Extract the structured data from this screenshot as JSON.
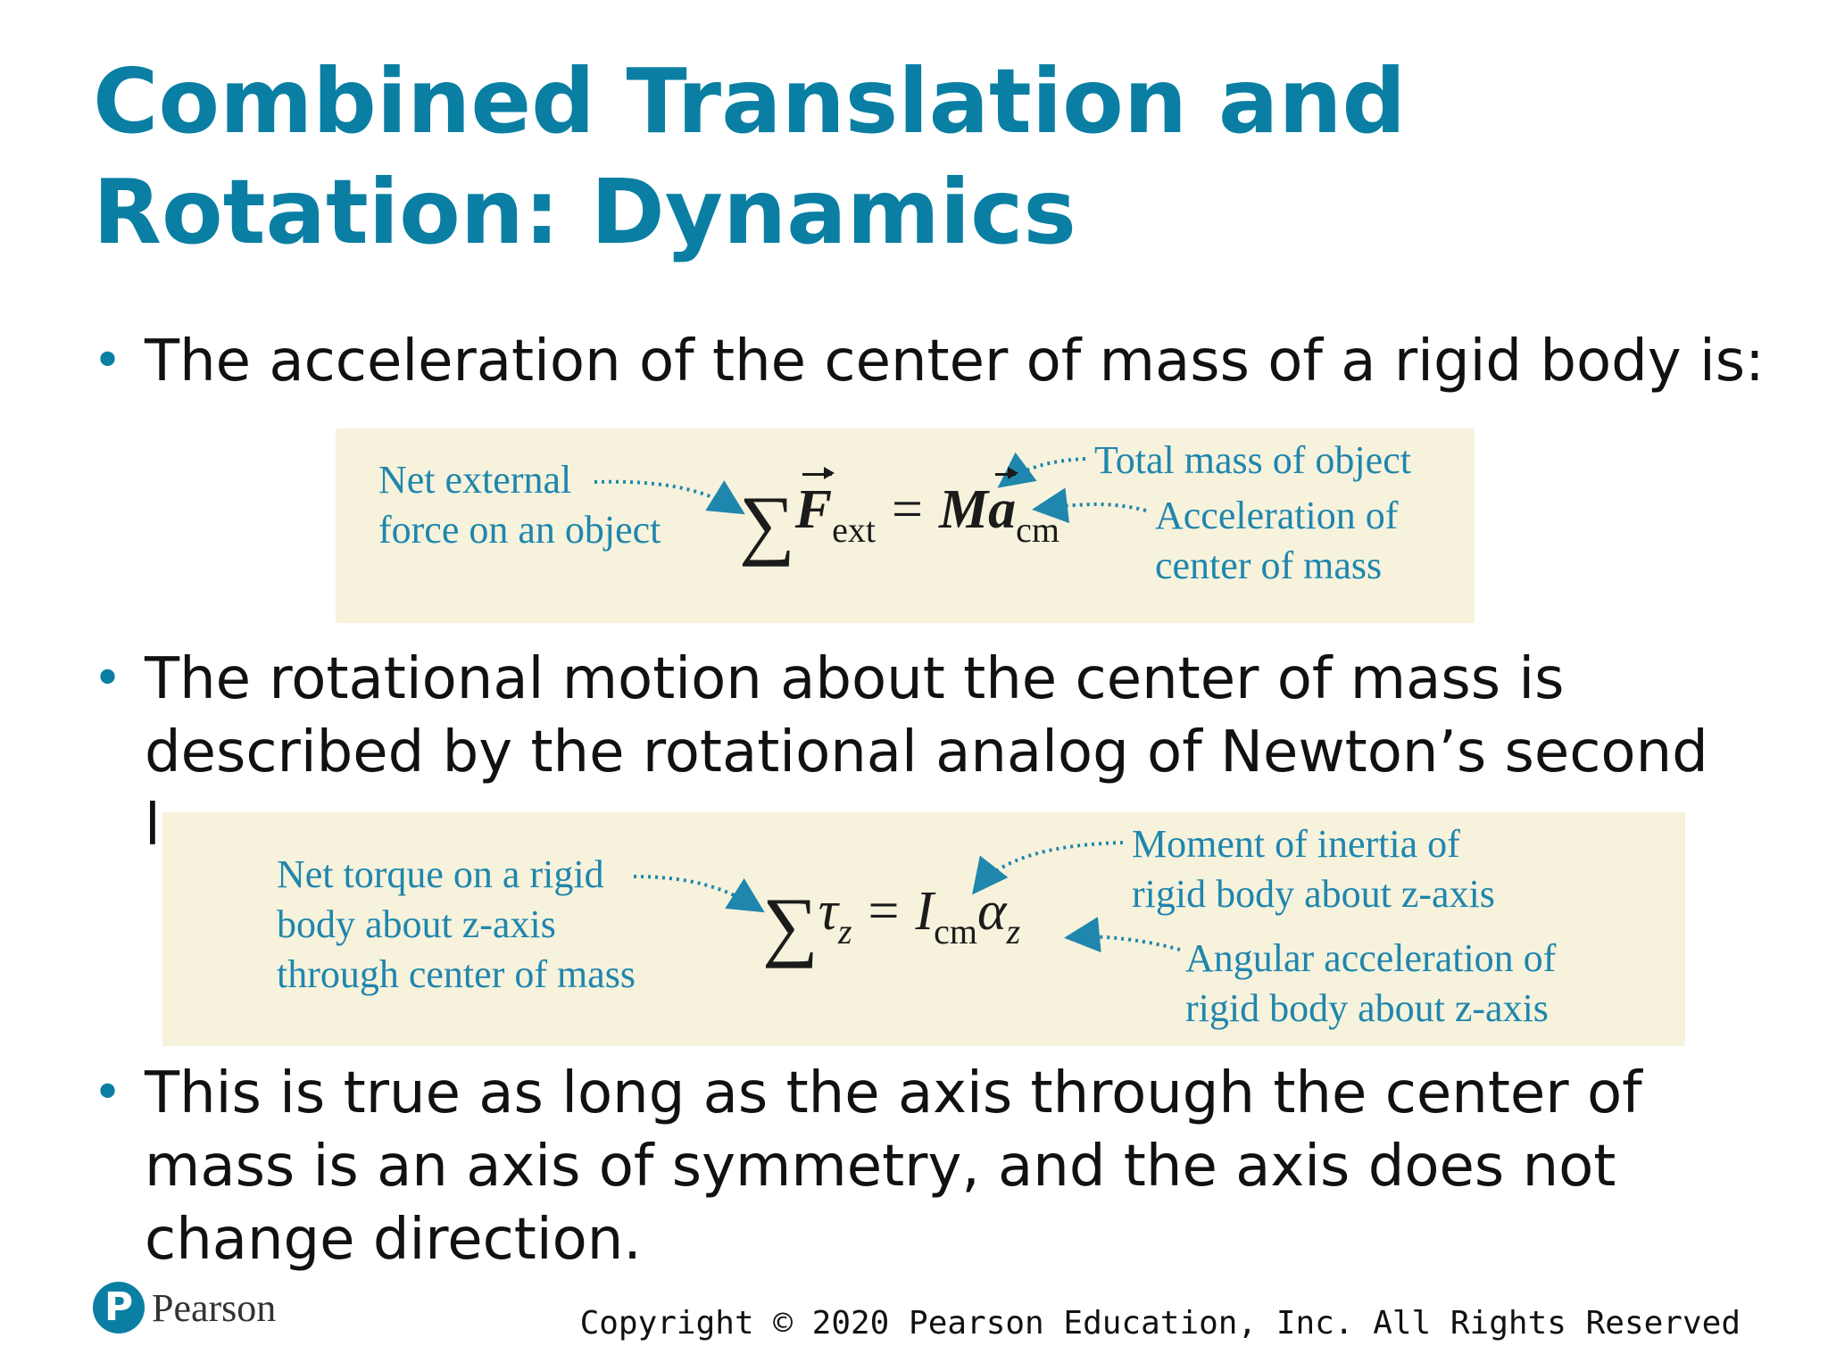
{
  "slide": {
    "title": "Combined Translation and Rotation: Dynamics",
    "bullets": [
      "The acceleration of the center of mass of a rigid body is:",
      "The rotational motion about the center of mass is described by the rotational analog of Newton’s second law:",
      "This is true as long as the axis through the center of mass is an axis of symmetry, and the axis does not change direction."
    ],
    "bullet_symbol": "•"
  },
  "equation1": {
    "left_label_line1": "Net external",
    "left_label_line2": "force on an object",
    "sum_symbol": "∑",
    "force_symbol": "F",
    "force_subscript": "ext",
    "equals": "=",
    "mass_symbol": "M",
    "accel_symbol": "a",
    "accel_subscript": "cm",
    "right_label_top": "Total mass of object",
    "right_label_bottom_line1": "Acceleration of",
    "right_label_bottom_line2": "center of mass"
  },
  "equation2": {
    "left_label_line1": "Net torque on a rigid",
    "left_label_line2": "body about z-axis",
    "left_label_line3": "through center of mass",
    "sum_symbol": "∑",
    "torque_symbol": "τ",
    "torque_subscript": "z",
    "equals": "=",
    "inertia_symbol": "I",
    "inertia_subscript": "cm",
    "alpha_symbol": "α",
    "alpha_subscript": "z",
    "right_label_top_line1": "Moment of inertia of",
    "right_label_top_line2": "rigid body about z-axis",
    "right_label_bottom_line1": "Angular acceleration of",
    "right_label_bottom_line2": "rigid body about z-axis"
  },
  "footer": {
    "logo_letter": "P",
    "logo_text": "Pearson",
    "copyright": "Copyright © 2020 Pearson Education, Inc. All Rights Reserved"
  },
  "colors": {
    "title": "#0a7fa3",
    "annotation": "#1f86ad",
    "equation_box": "#f6f2dc",
    "text": "#111111"
  }
}
